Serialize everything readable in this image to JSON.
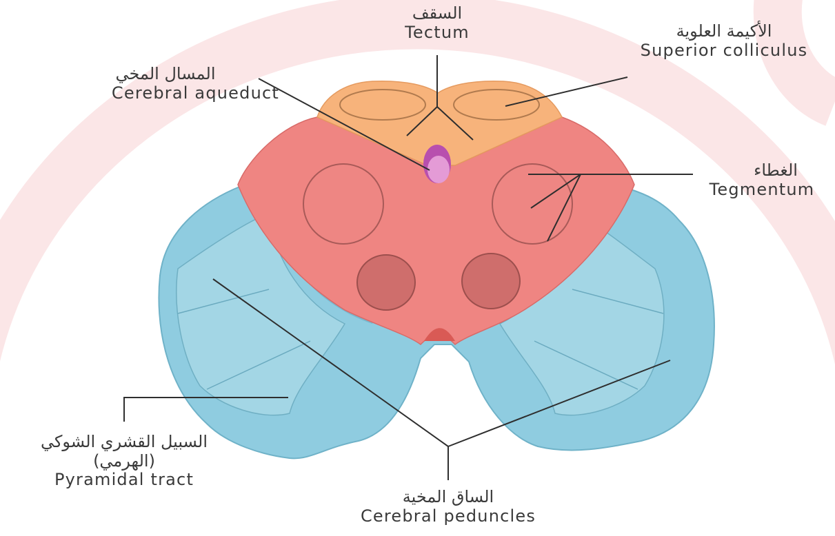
{
  "labels": {
    "tectum": {
      "ar": "السقف",
      "en": "Tectum"
    },
    "superior_colliculus": {
      "ar": "الأكيمة العلوية",
      "en": "Superior colliculus"
    },
    "cerebral_aqueduct": {
      "ar": "المسال المخي",
      "en": "Cerebral aqueduct"
    },
    "tegmentum": {
      "ar": "الغطاء",
      "en": "Tegmentum"
    },
    "pyramidal_tract": {
      "ar": "السبيل القشري الشوكي",
      "ar2": "(الهرمي)",
      "en": "Pyramidal tract"
    },
    "cerebral_peduncles": {
      "ar": "الساق المخية",
      "en": "Cerebral peduncles"
    }
  },
  "colors": {
    "tectum": "#f7b27a",
    "tegmentum": "#ef7f7b",
    "peduncles": "#7fc3d9",
    "aqueduct": "#d880c8",
    "background_arc": "#fbe9ea",
    "leader_line": "#2e2e2e"
  }
}
